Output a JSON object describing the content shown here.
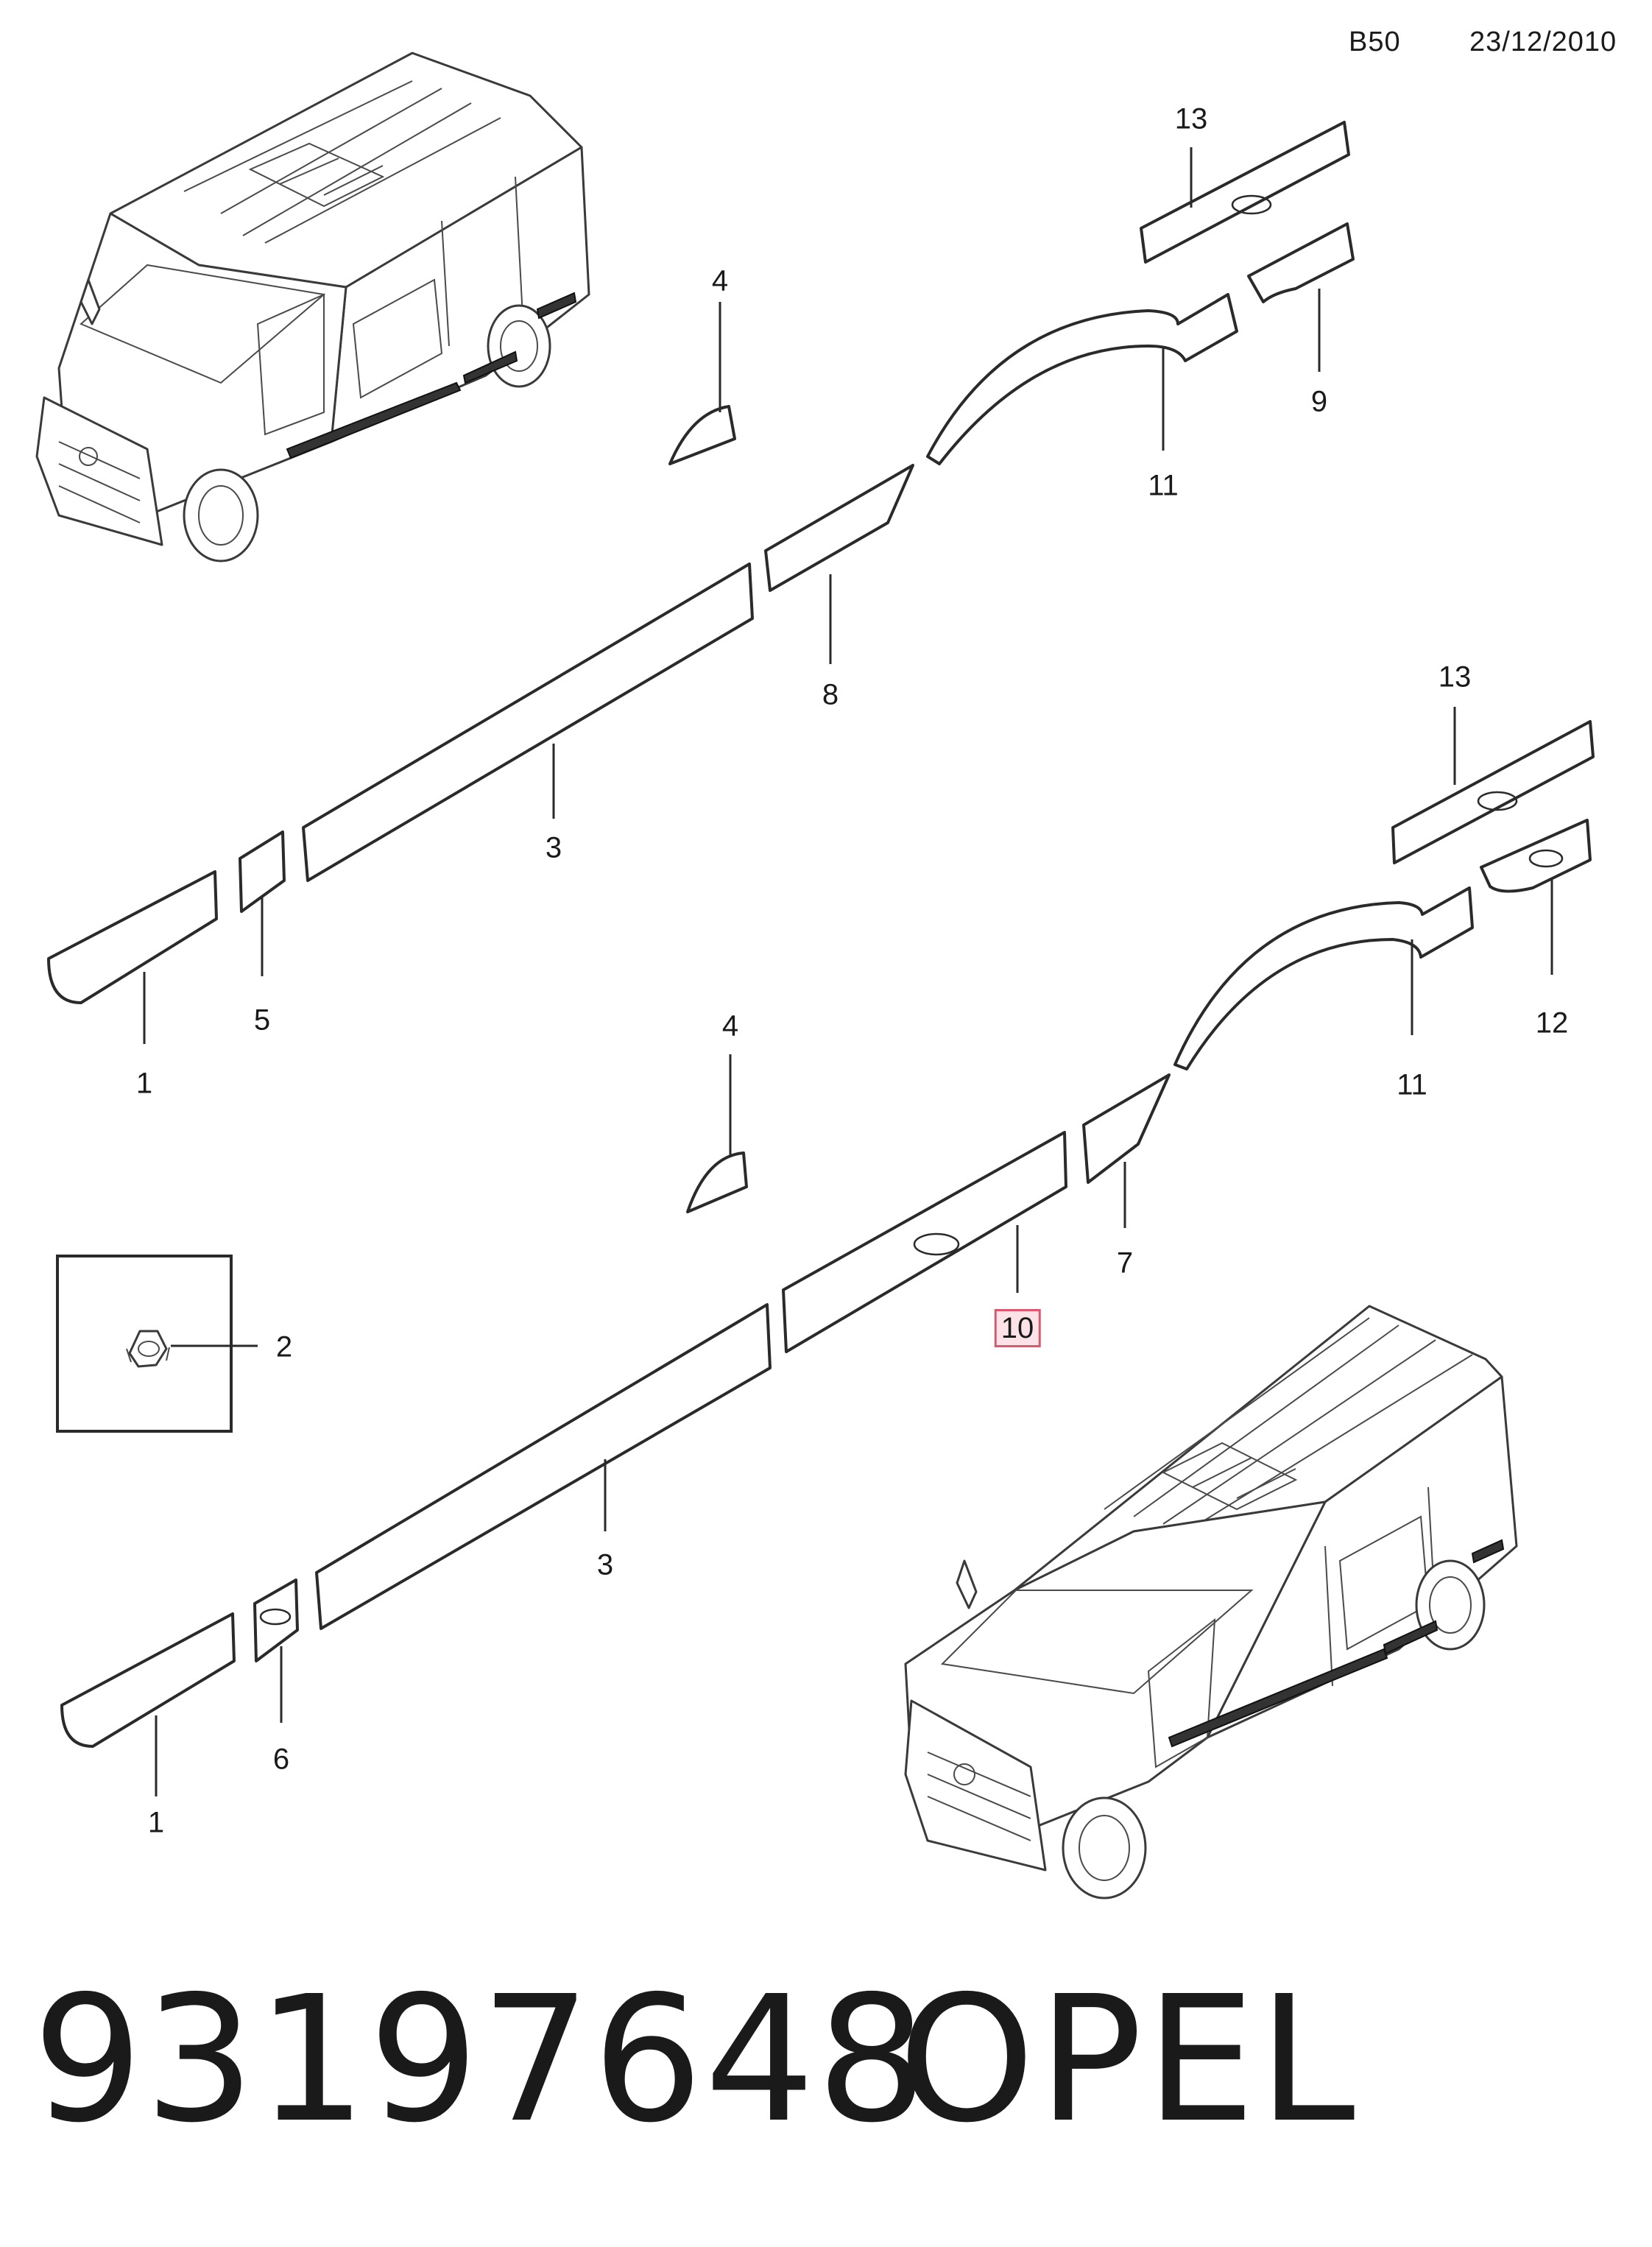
{
  "header": {
    "code": "B50",
    "date": "23/12/2010"
  },
  "callouts": [
    {
      "id": "c13a",
      "label": "13"
    },
    {
      "id": "c4a",
      "label": "4"
    },
    {
      "id": "c9",
      "label": "9"
    },
    {
      "id": "c11a",
      "label": "11"
    },
    {
      "id": "c8",
      "label": "8"
    },
    {
      "id": "c13b",
      "label": "13"
    },
    {
      "id": "c3a",
      "label": "3"
    },
    {
      "id": "c5",
      "label": "5"
    },
    {
      "id": "c1a",
      "label": "1"
    },
    {
      "id": "c12",
      "label": "12"
    },
    {
      "id": "c11b",
      "label": "11"
    },
    {
      "id": "c4b",
      "label": "4"
    },
    {
      "id": "c7",
      "label": "7"
    },
    {
      "id": "c10",
      "label": "10",
      "highlighted": true
    },
    {
      "id": "c2",
      "label": "2"
    },
    {
      "id": "c3b",
      "label": "3"
    },
    {
      "id": "c6",
      "label": "6"
    },
    {
      "id": "c1b",
      "label": "1"
    }
  ],
  "footer": {
    "part_number": "93197648",
    "brand": "OPEL"
  },
  "colors": {
    "highlight_border": "#e0566f",
    "highlight_fill": "#fde3e7",
    "line": "#2a2a2a"
  }
}
